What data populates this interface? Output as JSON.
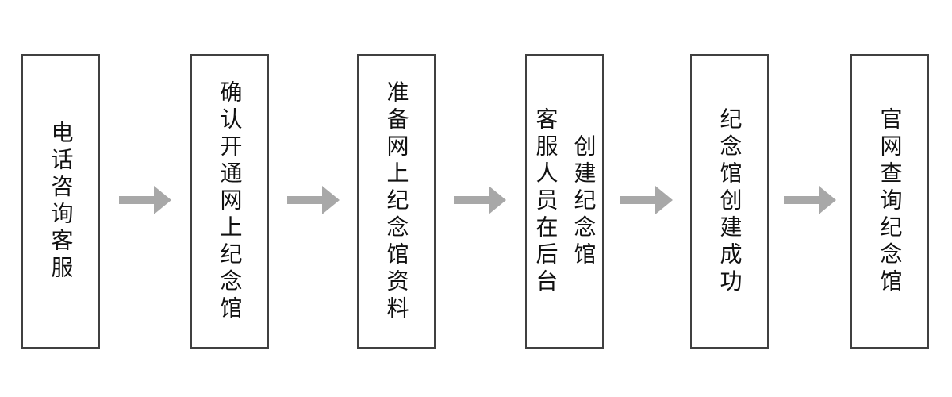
{
  "diagram": {
    "type": "flowchart",
    "direction": "left-to-right",
    "colors": {
      "background": "#ffffff",
      "box_border": "#404040",
      "text": "#111111",
      "arrow": "#a8a8a8"
    },
    "steps": [
      {
        "label": "电话咨询客服"
      },
      {
        "label": "确认开通网上纪念馆"
      },
      {
        "label": "准备网上纪念馆资料"
      },
      {
        "label": "客服人员在后台\n创建纪念馆"
      },
      {
        "label": "纪念馆创建成功"
      },
      {
        "label": "官网查询纪念馆"
      }
    ],
    "connector": "right-arrow"
  }
}
